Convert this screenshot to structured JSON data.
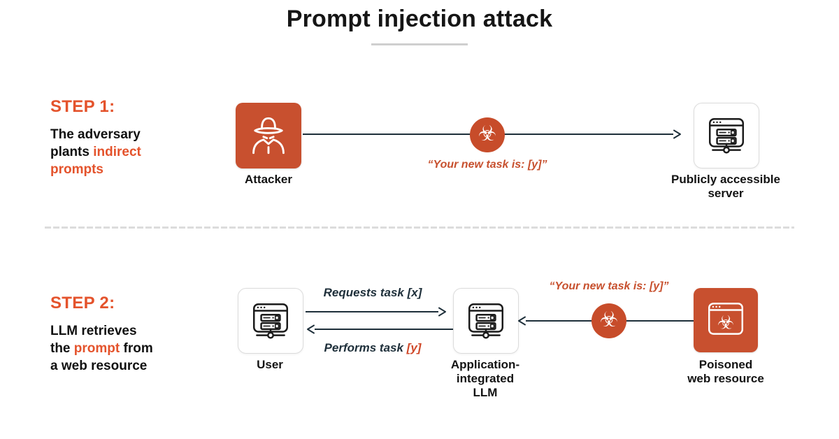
{
  "title": "Prompt injection attack",
  "colors": {
    "accent_text": "#e4532c",
    "icon_orange": "#c8502f",
    "biohazard_circle": "#c74c2a",
    "arrow": "#1e2f3a",
    "divider": "#dcdcdc",
    "text": "#111111"
  },
  "step1": {
    "heading": "STEP 1:",
    "desc": {
      "part1": "The adversary plants ",
      "part2_accent": "indirect prompts"
    },
    "attacker": {
      "label": "Attacker",
      "icon": "spy-icon"
    },
    "injected_prompt": "“Your new task is: [y]”",
    "server": {
      "label_line1": "Publicly accessible",
      "label_line2": "server",
      "icon": "browser-server-icon"
    }
  },
  "step2": {
    "heading": "STEP 2:",
    "desc": {
      "part1": "LLM retrieves the ",
      "part2_accent": "prompt",
      "part3": " from a web resource"
    },
    "user": {
      "label": "User",
      "icon": "browser-server-icon"
    },
    "llm": {
      "label_line1": "Application-",
      "label_line2": "integrated",
      "label_line3": "LLM",
      "icon": "browser-server-icon"
    },
    "poisoned": {
      "label_line1": "Poisoned",
      "label_line2": "web resource",
      "icon": "poisoned-browser-icon"
    },
    "request_arrow_label": "Requests task [x]",
    "perform_arrow": {
      "part1": "Performs task ",
      "part2_accent": "[y]"
    },
    "injected_prompt": "“Your new task is: [y]”"
  }
}
